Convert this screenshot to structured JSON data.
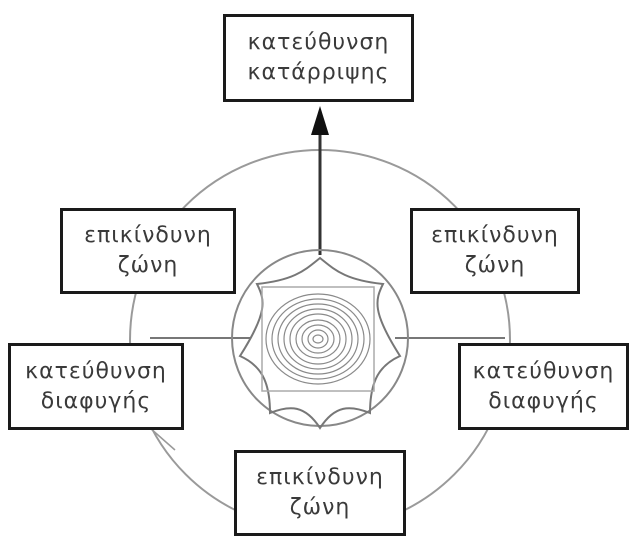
{
  "diagram": {
    "top_box": {
      "line1": "κατεύθυνση",
      "line2": "κατάρριψης"
    },
    "danger_left": {
      "line1": "επικίνδυνη",
      "line2": "ζώνη"
    },
    "danger_right": {
      "line1": "επικίνδυνη",
      "line2": "ζώνη"
    },
    "escape_left": {
      "line1": "κατεύθυνση",
      "line2": "διαφυγής"
    },
    "escape_right": {
      "line1": "κατεύθυνση",
      "line2": "διαφυγής"
    },
    "danger_bottom": {
      "line1": "επικίνδυνη",
      "line2": "ζώνη"
    }
  },
  "colors": {
    "stroke": "#8a8a8a",
    "box_border": "#1a1a1a",
    "text": "#3a3a3a"
  }
}
